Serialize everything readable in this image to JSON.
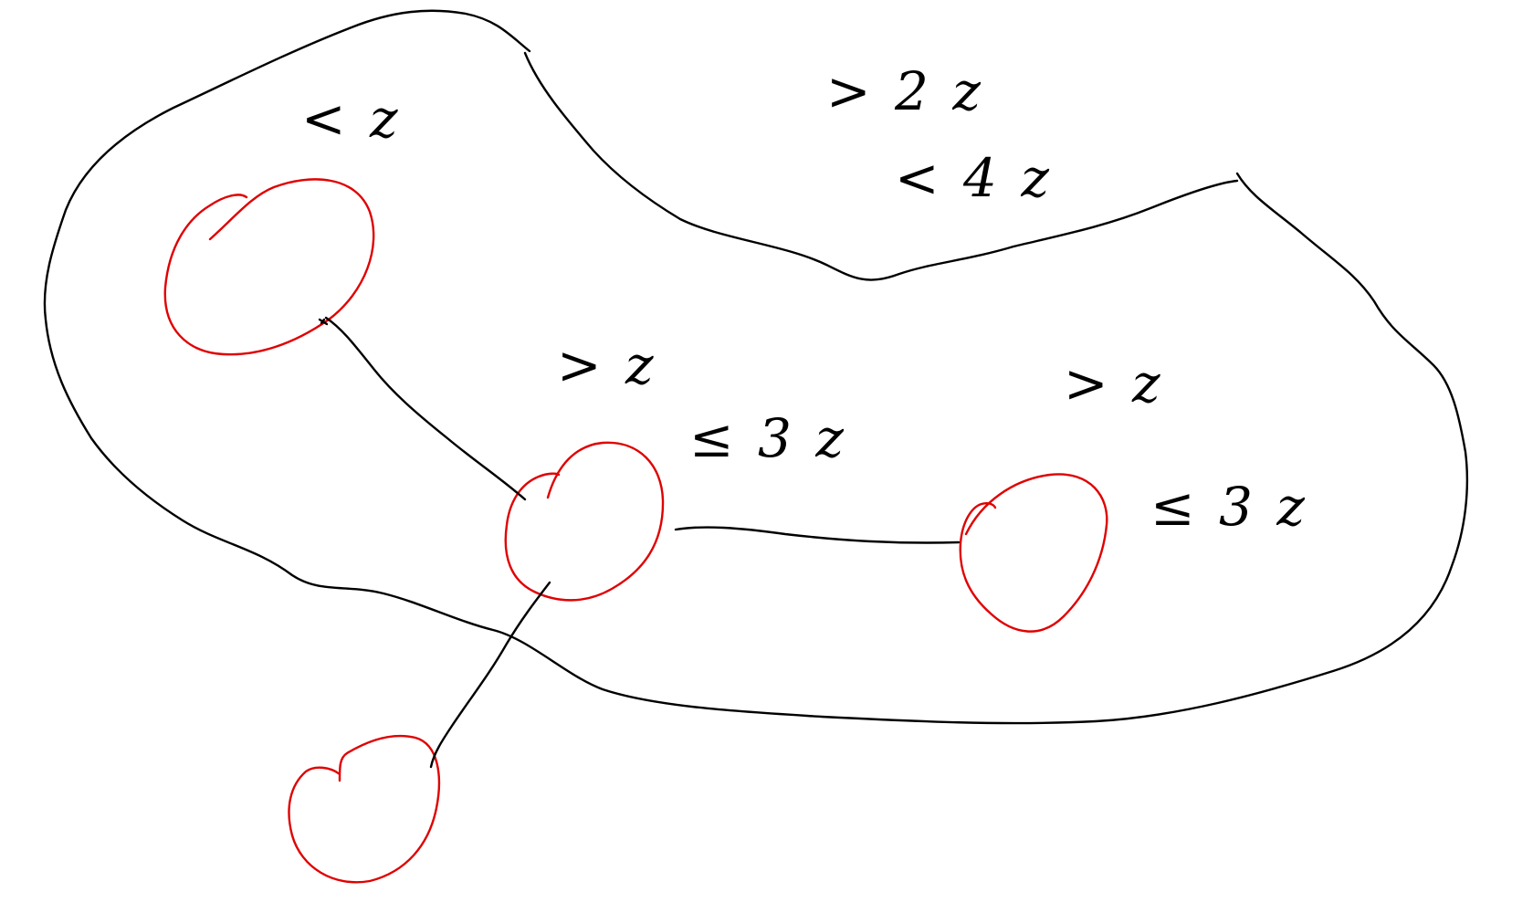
{
  "diagram": {
    "labels": {
      "top_left_node": "< z",
      "region_upper_1": "> 2 z",
      "region_upper_2": "< 4 z",
      "center_node_upper": "> z",
      "center_node_lower": "≤ 3 z",
      "right_node_upper": "> z",
      "right_node_lower": "≤ 3 z"
    },
    "colors": {
      "boundary": "#000000",
      "nodes": "#e00000",
      "edges": "#000000"
    }
  }
}
